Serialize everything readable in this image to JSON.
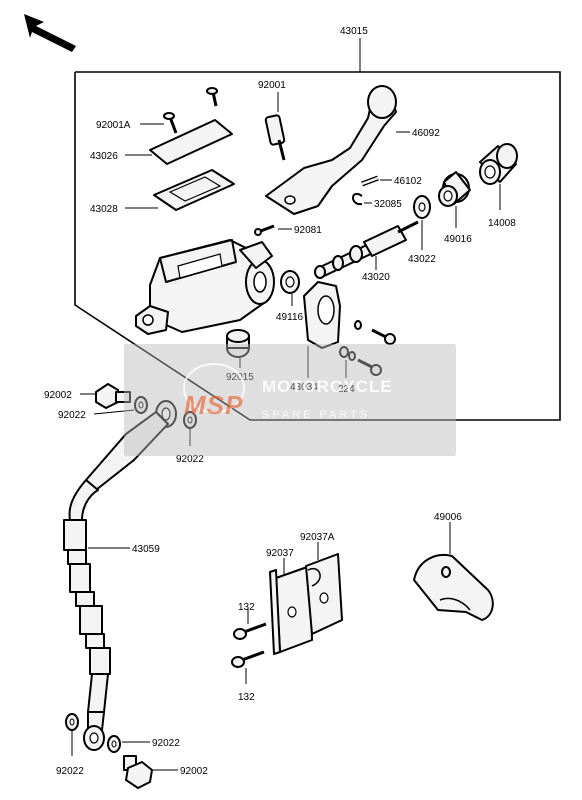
{
  "diagram": {
    "labels": {
      "assembly": "43015",
      "screw_cap": "92001A",
      "cap": "43026",
      "diaphragm": "43028",
      "bolt_lever": "92001",
      "lever": "46092",
      "pin": "46102",
      "clip": "32085",
      "cup": "14008",
      "screw_small": "92081",
      "piston": "43020",
      "washer_cup": "43022",
      "seal": "49016",
      "boot": "49116",
      "holder": "43034",
      "bolt_holder": "224",
      "plug": "92015",
      "banjo_bolt_top": "92002",
      "washer_top_left": "92022",
      "washer_top_right": "92022",
      "hose": "43059",
      "bracket_label": "92037A",
      "bracket_sub": "92037",
      "bolt_bracket_top": "132",
      "bolt_bracket_bottom": "132",
      "cover": "49006",
      "washer_bottom_mid": "92022",
      "washer_bottom_left": "92022",
      "banjo_bolt_bottom": "92002"
    },
    "watermark": {
      "line1": "MOTORCYCLE",
      "line2": "SPARE PARTS",
      "logo": "MSP"
    }
  }
}
